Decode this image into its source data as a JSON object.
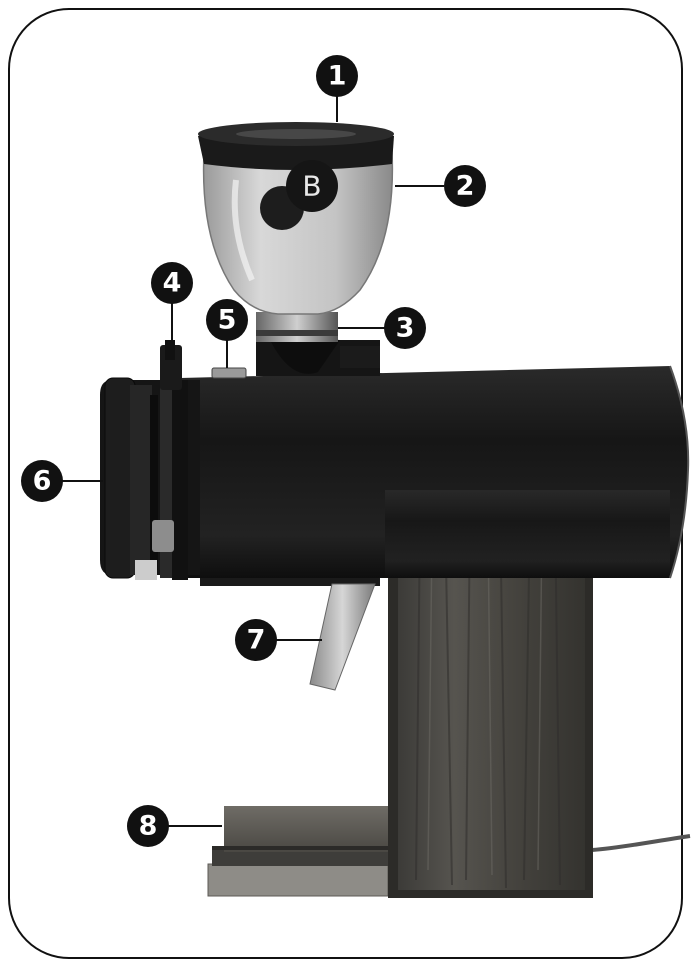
{
  "diagram": {
    "brand_letter": "B",
    "callouts": [
      {
        "id": "1",
        "label": "1"
      },
      {
        "id": "2",
        "label": "2"
      },
      {
        "id": "3",
        "label": "3"
      },
      {
        "id": "4",
        "label": "4"
      },
      {
        "id": "5",
        "label": "5"
      },
      {
        "id": "6",
        "label": "6"
      },
      {
        "id": "7",
        "label": "7"
      },
      {
        "id": "8",
        "label": "8"
      }
    ]
  },
  "colors": {
    "frame_border": "#111111",
    "callout_fill": "#111111",
    "body_black": "#1c1c1c",
    "wood_dark": "#3a3936",
    "wood_light": "#6b6862"
  }
}
